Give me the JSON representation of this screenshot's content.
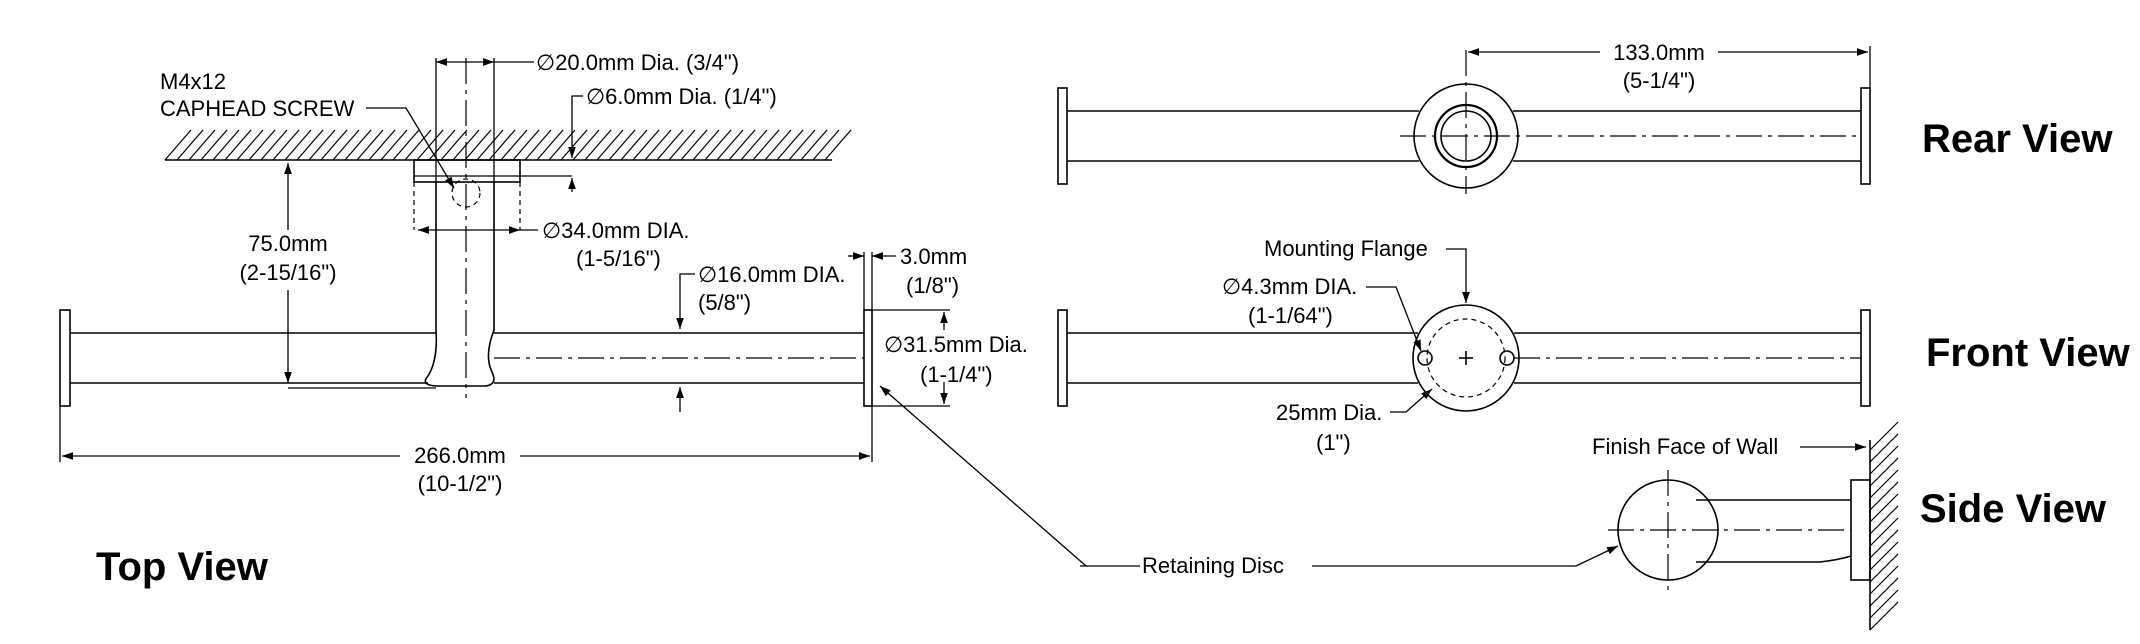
{
  "views": {
    "top": "Top View",
    "rear": "Rear View",
    "front": "Front View",
    "side": "Side View"
  },
  "top_view": {
    "screw_line1": "M4x12",
    "screw_line2": "CAPHEAD SCREW",
    "dia20": "∅20.0mm Dia. (3/4\")",
    "dia6": "∅6.0mm Dia. (1/4\")",
    "height_mm": "75.0mm",
    "height_in": "(2-15/16\")",
    "dia34_mm": "∅34.0mm DIA.",
    "dia34_in": "(1-5/16\")",
    "dia16_mm": "∅16.0mm DIA.",
    "dia16_in": "(5/8\")",
    "thk_mm": "3.0mm",
    "thk_in": "(1/8\")",
    "dia315_mm": "∅31.5mm Dia.",
    "dia315_in": "(1-1/4\")",
    "length_mm": "266.0mm",
    "length_in": "(10-1/2\")",
    "retaining_disc": "Retaining Disc"
  },
  "rear_view": {
    "offset_mm": "133.0mm",
    "offset_in": "(5-1/4\")"
  },
  "front_view": {
    "mounting_flange": "Mounting Flange",
    "hole_mm": "∅4.3mm DIA.",
    "hole_in": "(1-1/64\")",
    "bolt_mm": "25mm Dia.",
    "bolt_in": "(1\")"
  },
  "side_view": {
    "wall_face": "Finish Face of Wall"
  }
}
